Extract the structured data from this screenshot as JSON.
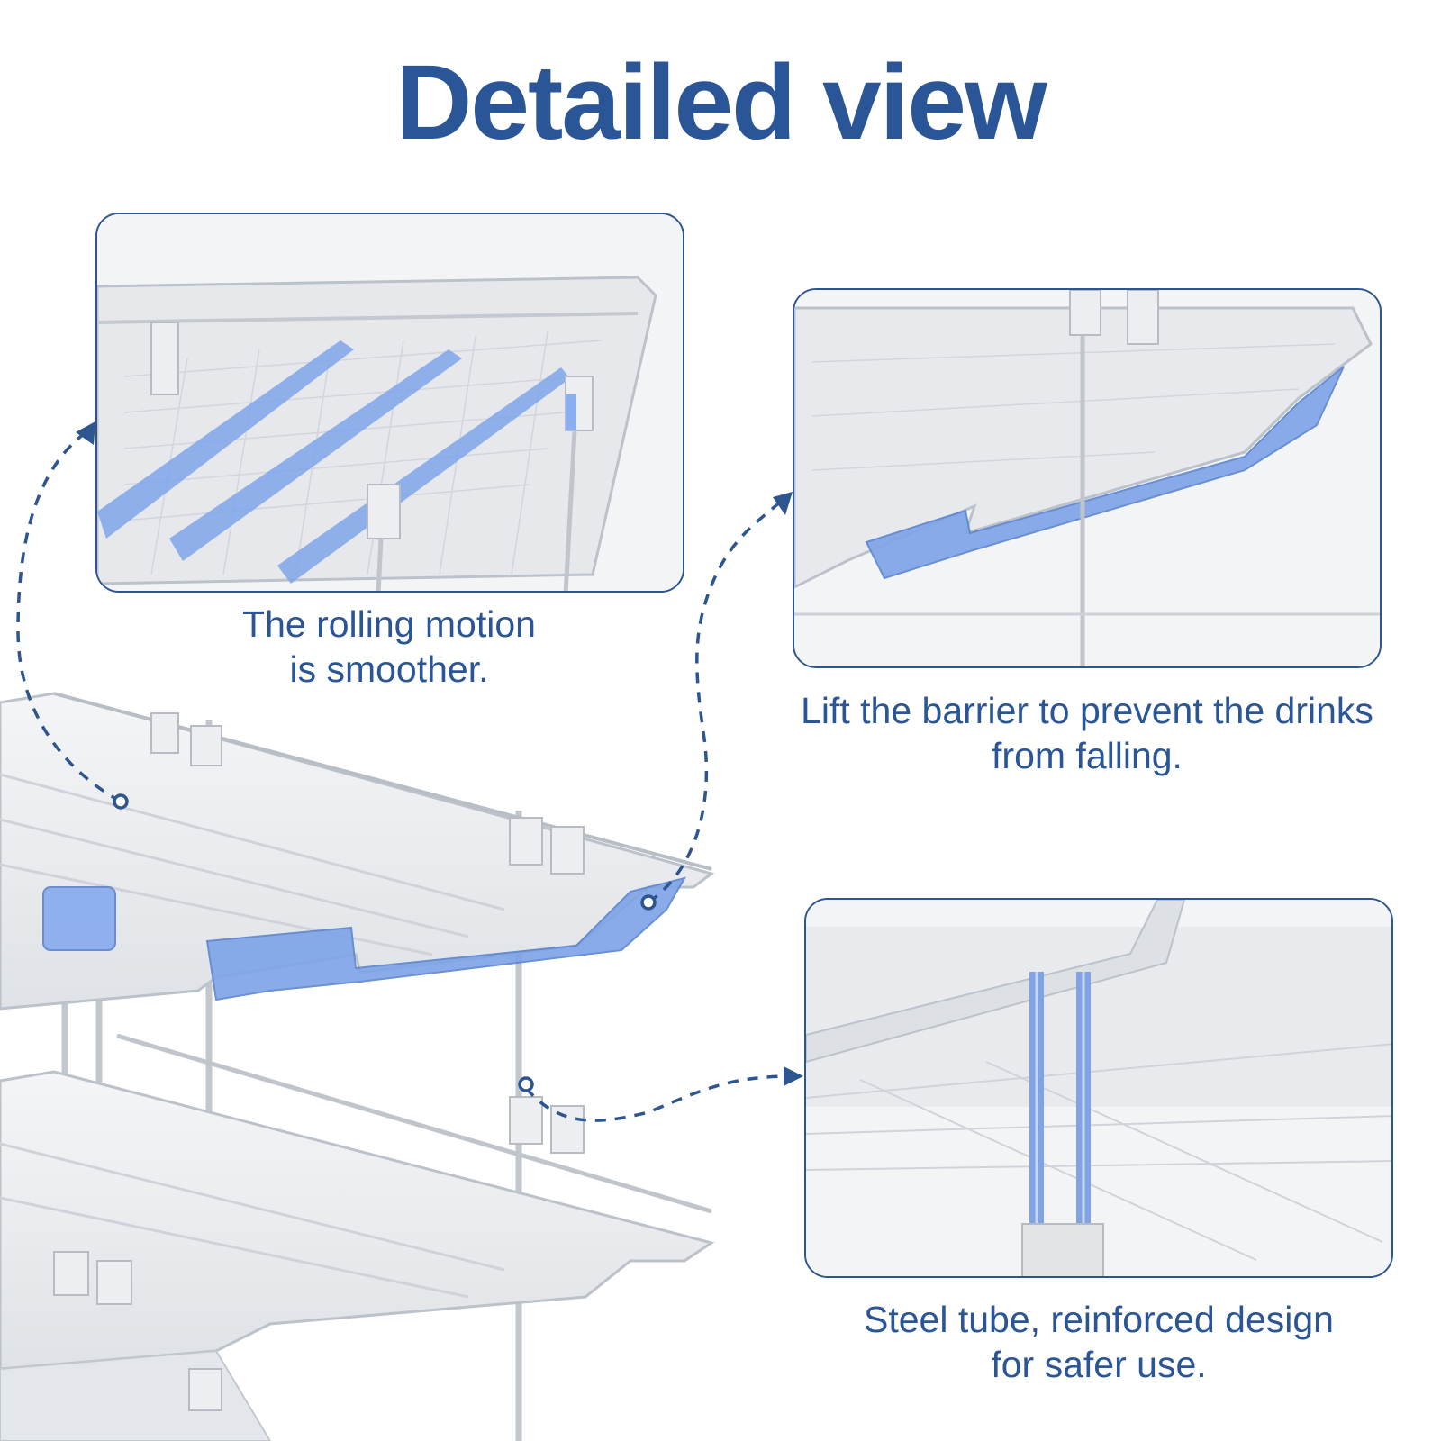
{
  "title": "Detailed view",
  "colors": {
    "brand_blue": "#2a5596",
    "highlight_blue": "#6f9ae6",
    "plastic": "#e8eaed",
    "outline": "#b9bec6"
  },
  "callouts": [
    {
      "caption_lines": [
        "The rolling motion",
        "is smoother."
      ],
      "icon": "zoom-detail-rolling-tracks"
    },
    {
      "caption_lines": [
        "Lift the barrier to prevent the drinks",
        "from falling."
      ],
      "icon": "zoom-detail-barrier"
    },
    {
      "caption_lines": [
        "Steel tube, reinforced design",
        "for safer use."
      ],
      "icon": "zoom-detail-steel-tube"
    }
  ]
}
